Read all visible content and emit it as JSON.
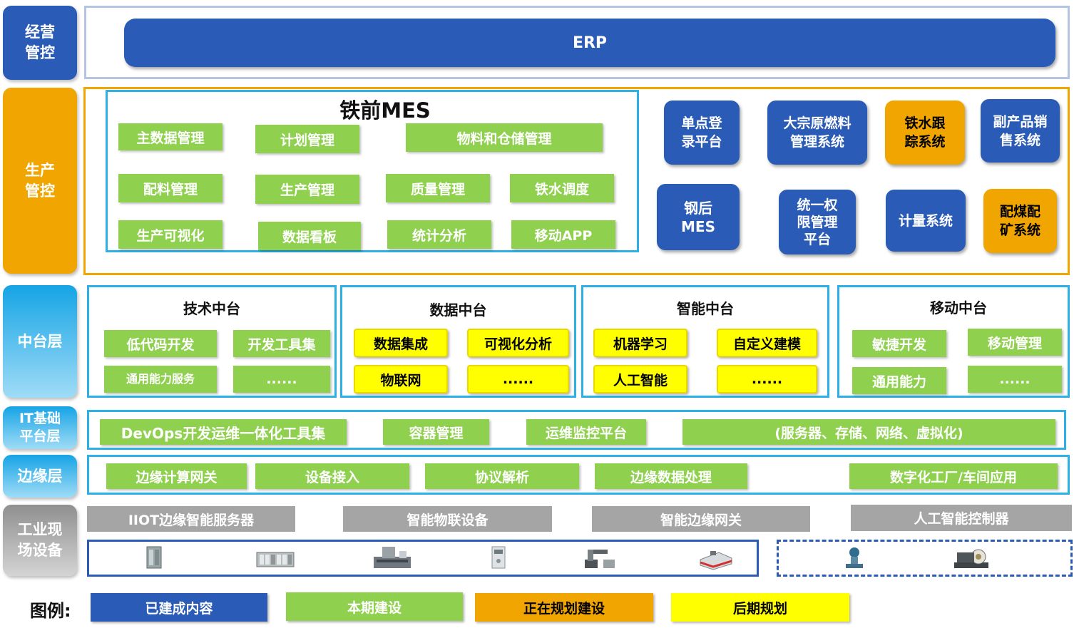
{
  "layers": {
    "business": "经营\n管控",
    "production": "生产\n管控",
    "middle": "中台层",
    "it": "IT基础\n平台层",
    "edge": "边缘层",
    "field": "工业现\n场设备"
  },
  "erp": "ERP",
  "mes": {
    "title": "铁前MES",
    "items": [
      "主数据管理",
      "计划管理",
      "物料和仓储管理",
      "配料管理",
      "生产管理",
      "质量管理",
      "铁水调度",
      "生产可视化",
      "数据看板",
      "统计分析",
      "移动APP"
    ]
  },
  "systems": {
    "single_login": "单点登\n录平台",
    "bulk_fuel": "大宗原燃料\n管理系统",
    "hot_metal": "铁水跟\n踪系统",
    "byproduct": "副产品销\n售系统",
    "steel_mes": "钢后\nMES",
    "unified_auth": "统一权\n限管理\n平台",
    "metering": "计量系统",
    "coal_blend": "配煤配\n矿系统"
  },
  "middle_platforms": {
    "tech": {
      "title": "技术中台",
      "items": [
        "低代码开发",
        "开发工具集",
        "通用能力服务",
        "......"
      ]
    },
    "data": {
      "title": "数据中台",
      "items": [
        "数据集成",
        "可视化分析",
        "物联网",
        "......"
      ]
    },
    "ai": {
      "title": "智能中台",
      "items": [
        "机器学习",
        "自定义建模",
        "人工智能",
        "......"
      ]
    },
    "mobile": {
      "title": "移动中台",
      "items": [
        "敏捷开发",
        "移动管理",
        "通用能力",
        "......"
      ]
    }
  },
  "it_items": [
    "DevOps开发运维一体化工具集",
    "容器管理",
    "运维监控平台",
    "(服务器、存储、网络、虚拟化)"
  ],
  "edge_items": [
    "边缘计算网关",
    "设备接入",
    "协议解析",
    "边缘数据处理",
    "数字化工厂/车间应用"
  ],
  "field_items": [
    "IIOT边缘智能服务器",
    "智能物联设备",
    "智能边缘网关",
    "人工智能控制器"
  ],
  "devices": [
    "cabinet-icon",
    "plc-rack-icon",
    "cnc-machine-icon",
    "controller-icon",
    "robot-arm-icon",
    "agv-icon",
    "pressure-transmitter-icon",
    "pump-icon"
  ],
  "legend": {
    "label": "图例:",
    "items": [
      "已建成内容",
      "本期建设",
      "正在规划建设",
      "后期规划"
    ]
  },
  "colors": {
    "built": "#2a5bb6",
    "current": "#8fd14f",
    "planning": "#f0a500",
    "future": "#ffff00",
    "frame_blue": "#2db0e6"
  }
}
